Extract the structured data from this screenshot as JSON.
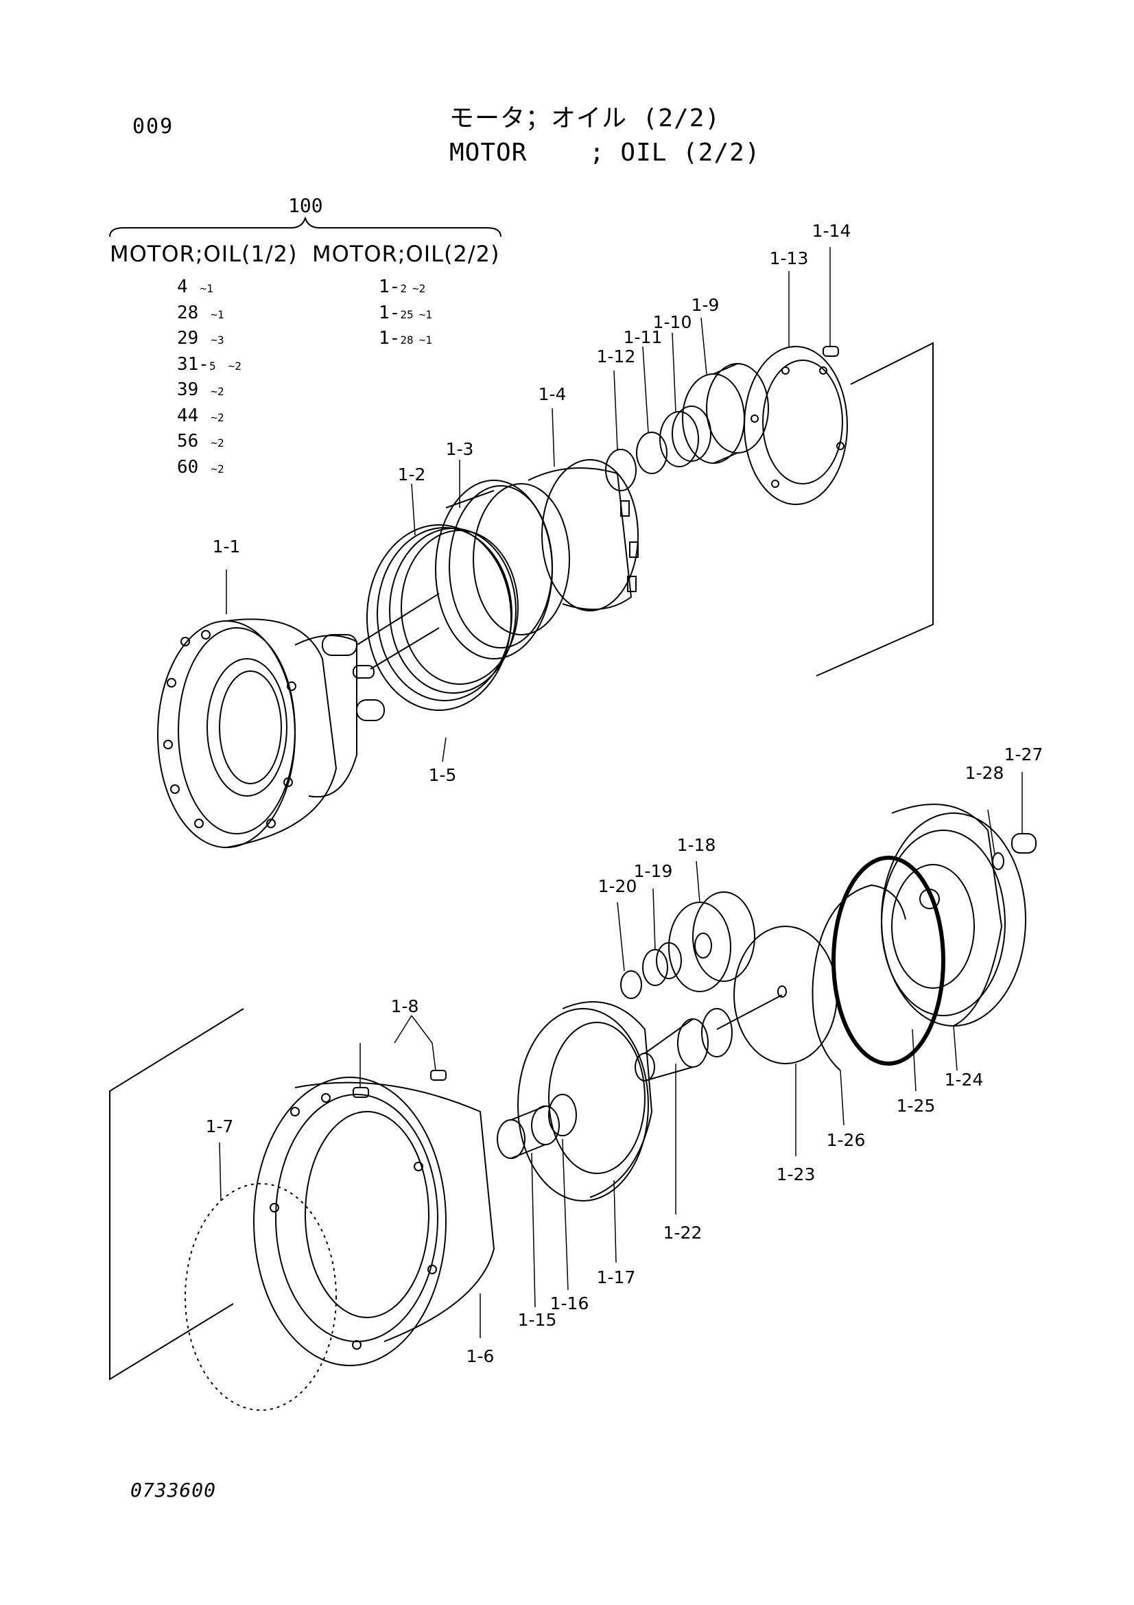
{
  "page_number": "009",
  "title_ja": "モータ；オイル (2/2)",
  "title_en": "MOTOR    ; OIL (2/2)",
  "assembly": {
    "number": "100",
    "left_header": "MOTOR;OIL(1/2)",
    "right_header": "MOTOR;OIL(2/2)",
    "left_rows": [
      {
        "part": "4",
        "sub": "",
        "qty": "~1"
      },
      {
        "part": "28",
        "sub": "",
        "qty": "~1"
      },
      {
        "part": "29",
        "sub": "",
        "qty": "~3"
      },
      {
        "part": "31-",
        "sub": "5",
        "qty": "~2"
      },
      {
        "part": "39",
        "sub": "",
        "qty": "~2"
      },
      {
        "part": "44",
        "sub": "",
        "qty": "~2"
      },
      {
        "part": "56",
        "sub": "",
        "qty": "~2"
      },
      {
        "part": "60",
        "sub": "",
        "qty": "~2"
      }
    ],
    "right_rows": [
      {
        "part": "1-",
        "sub": "2",
        "qty": "~2"
      },
      {
        "part": "1-",
        "sub": "25",
        "qty": "~1"
      },
      {
        "part": "1-",
        "sub": "28",
        "qty": "~1"
      }
    ]
  },
  "callouts": {
    "c1_1": "1-1",
    "c1_2": "1-2",
    "c1_3": "1-3",
    "c1_4": "1-4",
    "c1_5": "1-5",
    "c1_6": "1-6",
    "c1_7": "1-7",
    "c1_8": "1-8",
    "c1_9": "1-9",
    "c1_10": "1-10",
    "c1_11": "1-11",
    "c1_12": "1-12",
    "c1_13": "1-13",
    "c1_14": "1-14",
    "c1_15": "1-15",
    "c1_16": "1-16",
    "c1_17": "1-17",
    "c1_18": "1-18",
    "c1_19": "1-19",
    "c1_20": "1-20",
    "c1_22": "1-22",
    "c1_23": "1-23",
    "c1_24": "1-24",
    "c1_25": "1-25",
    "c1_26": "1-26",
    "c1_27": "1-27",
    "c1_28": "1-28"
  },
  "document_code": "0733600"
}
